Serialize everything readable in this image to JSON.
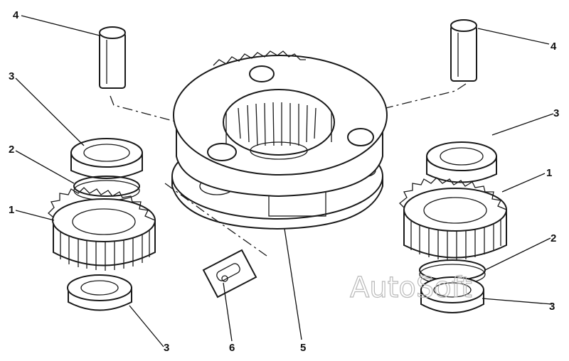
{
  "callouts": {
    "pin_left": "4",
    "pin_right": "4",
    "bearing_top_left": "3",
    "bearing_top_right": "3",
    "bearing_bottom_left": "3",
    "bearing_bottom_right": "3",
    "spacer_left": "2",
    "spacer_right": "2",
    "gear_left": "1",
    "gear_right": "1",
    "carrier": "5",
    "lock_plate": "6"
  },
  "watermark": "AutoSoft"
}
